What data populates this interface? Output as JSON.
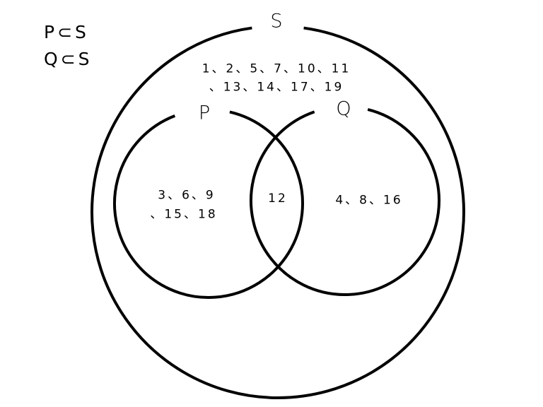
{
  "relations": [
    "P⊂S",
    "Q⊂S"
  ],
  "sets": {
    "universal": {
      "label": "S",
      "elements_lines": [
        "1、2、5、7、10、11",
        "、13、14、17、19"
      ]
    },
    "P_only": {
      "label": "P",
      "elements_lines": [
        "3、6、9",
        "、15、18"
      ]
    },
    "intersection": {
      "elements_lines": [
        "12"
      ]
    },
    "Q_only": {
      "label": "Q",
      "elements_lines": [
        "4、8、16"
      ]
    }
  },
  "colors": {
    "stroke": "#000000",
    "background": "#ffffff"
  }
}
